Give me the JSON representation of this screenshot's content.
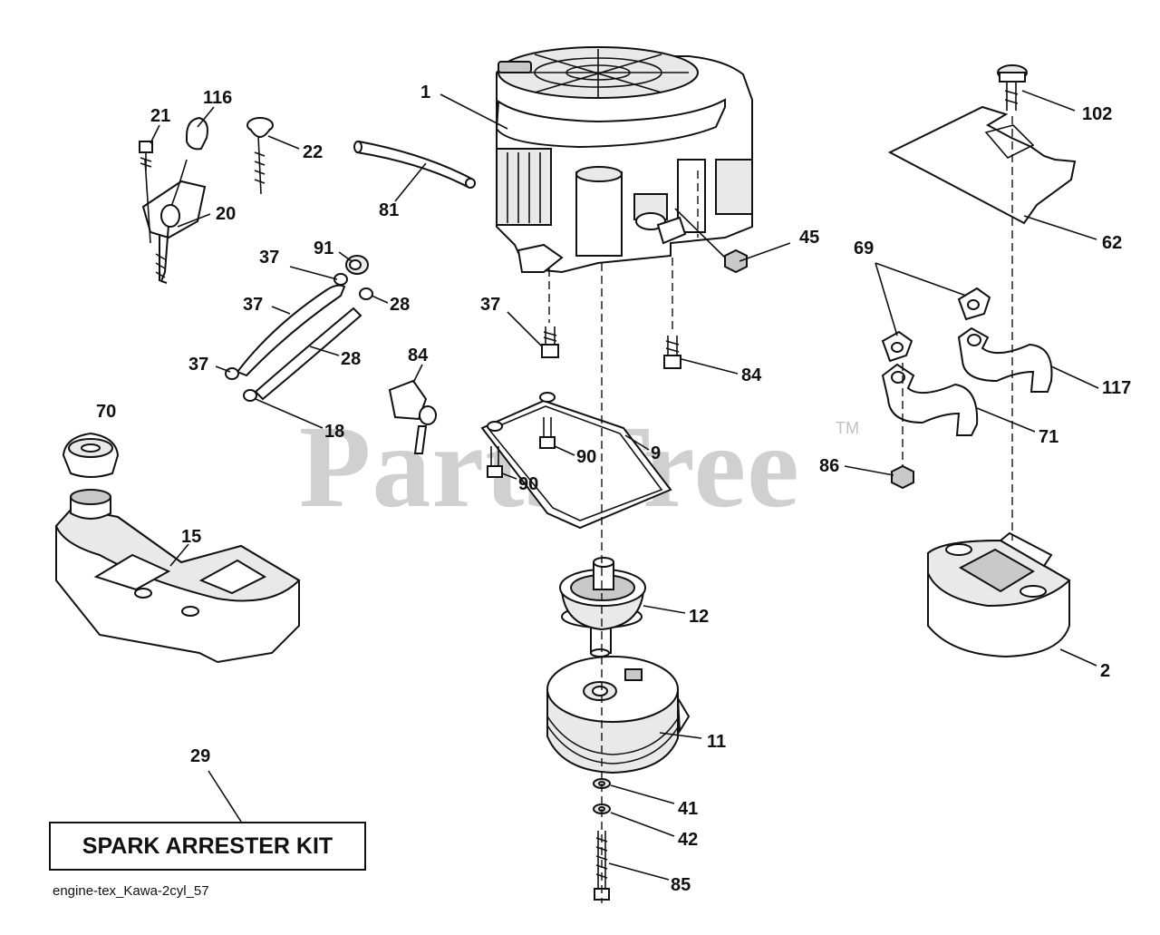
{
  "watermark": {
    "brand": "PartsTree",
    "trademark": "TM"
  },
  "kit_box": {
    "label": "SPARK ARRESTER KIT"
  },
  "footer": {
    "diagram_code": "engine-tex_Kawa-2cyl_57"
  },
  "callouts": [
    {
      "id": "c1",
      "text": "1"
    },
    {
      "id": "c116",
      "text": "116"
    },
    {
      "id": "c21",
      "text": "21"
    },
    {
      "id": "c22",
      "text": "22"
    },
    {
      "id": "c20",
      "text": "20"
    },
    {
      "id": "c81",
      "text": "81"
    },
    {
      "id": "c45",
      "text": "45"
    },
    {
      "id": "c102",
      "text": "102"
    },
    {
      "id": "c62",
      "text": "62"
    },
    {
      "id": "c69",
      "text": "69"
    },
    {
      "id": "c91",
      "text": "91"
    },
    {
      "id": "c37a",
      "text": "37"
    },
    {
      "id": "c37b",
      "text": "37"
    },
    {
      "id": "c28a",
      "text": "28"
    },
    {
      "id": "c28b",
      "text": "28"
    },
    {
      "id": "c37c",
      "text": "37"
    },
    {
      "id": "c37d",
      "text": "37"
    },
    {
      "id": "c84a",
      "text": "84"
    },
    {
      "id": "c84b",
      "text": "84"
    },
    {
      "id": "c117",
      "text": "117"
    },
    {
      "id": "c71",
      "text": "71"
    },
    {
      "id": "c70",
      "text": "70"
    },
    {
      "id": "c18",
      "text": "18"
    },
    {
      "id": "c9",
      "text": "9"
    },
    {
      "id": "c90a",
      "text": "90"
    },
    {
      "id": "c90b",
      "text": "90"
    },
    {
      "id": "c86",
      "text": "86"
    },
    {
      "id": "c15",
      "text": "15"
    },
    {
      "id": "c12",
      "text": "12"
    },
    {
      "id": "c2",
      "text": "2"
    },
    {
      "id": "c11",
      "text": "11"
    },
    {
      "id": "c29",
      "text": "29"
    },
    {
      "id": "c41",
      "text": "41"
    },
    {
      "id": "c42",
      "text": "42"
    },
    {
      "id": "c85",
      "text": "85"
    }
  ]
}
